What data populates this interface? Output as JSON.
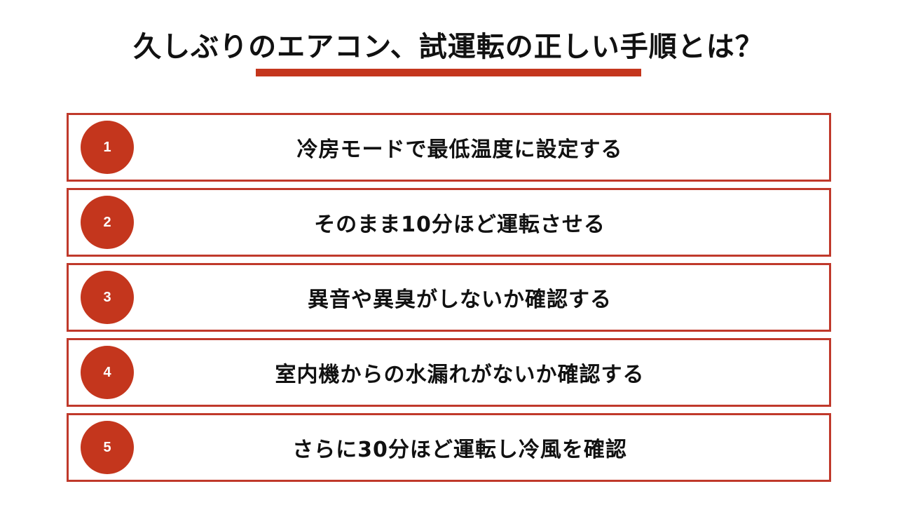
{
  "title": "久しぶりのエアコン、試運転の正しい手順とは？",
  "colors": {
    "accent": "#c4361d",
    "border": "#c0392b",
    "text": "#111111"
  },
  "steps": [
    {
      "number": "1",
      "text": "冷房モードで最低温度に設定する"
    },
    {
      "number": "2",
      "text": "そのまま10分ほど運転させる"
    },
    {
      "number": "3",
      "text": "異音や異臭がしないか確認する"
    },
    {
      "number": "4",
      "text": "室内機からの水漏れがないか確認する"
    },
    {
      "number": "5",
      "text": "さらに30分ほど運転し冷風を確認"
    }
  ]
}
